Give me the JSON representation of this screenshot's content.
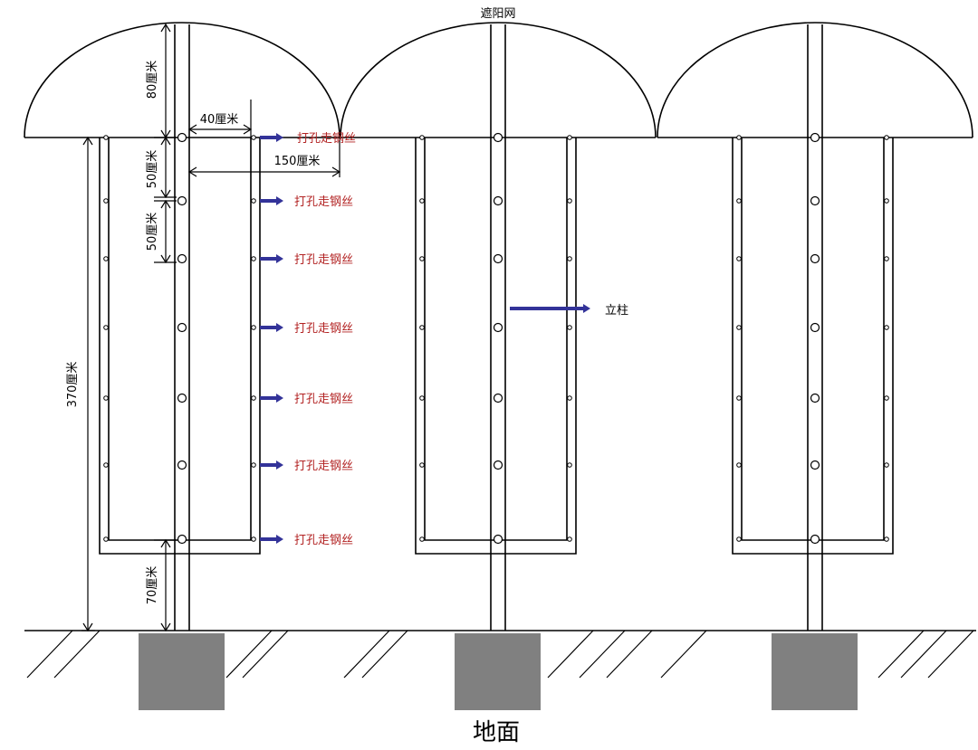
{
  "title": "遮阳网",
  "ground_label": "地面",
  "pillar_label": "立柱",
  "hole_label": "打孔走钢丝",
  "dimensions": {
    "canopy_height": "80厘米",
    "spacing_1": "50厘米",
    "spacing_2": "50厘米",
    "bottom_clearance": "70厘米",
    "total_height": "370厘米",
    "frame_half_width": "40厘米",
    "canopy_half_width": "150厘米"
  },
  "colors": {
    "arrow": "#333399",
    "hole_label": "#b22222",
    "footing": "#808080"
  }
}
